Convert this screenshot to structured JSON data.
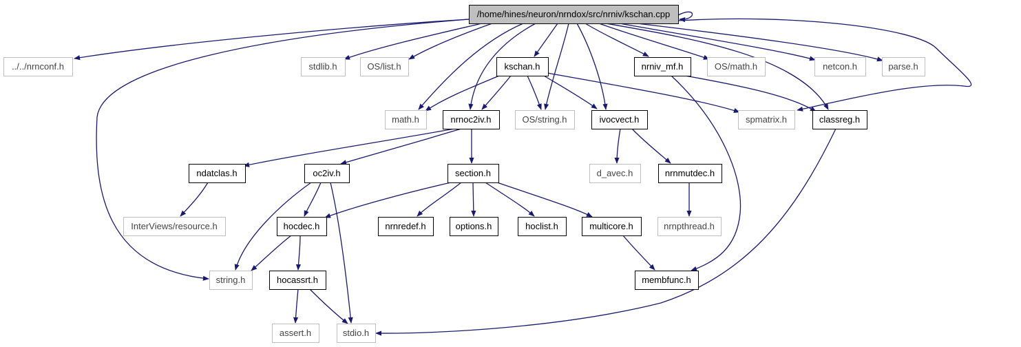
{
  "colors": {
    "edge": "#191970",
    "root_fill": "#bfbfbf",
    "doc_border": "#000000",
    "ext_border": "#bfbfbf",
    "ext_text": "#444444",
    "text": "#000000"
  },
  "nodes": [
    {
      "id": "root",
      "label": "/home/hines/neuron/nrndox/src/nrniv/kschan.cpp",
      "kind": "root"
    },
    {
      "id": "nrnconf",
      "label": "../../nrnconf.h",
      "kind": "external"
    },
    {
      "id": "stdlib",
      "label": "stdlib.h",
      "kind": "external"
    },
    {
      "id": "oslist",
      "label": "OS/list.h",
      "kind": "external"
    },
    {
      "id": "kschanh",
      "label": "kschan.h",
      "kind": "documented"
    },
    {
      "id": "nrnivmf",
      "label": "nrniv_mf.h",
      "kind": "documented"
    },
    {
      "id": "osmath",
      "label": "OS/math.h",
      "kind": "external"
    },
    {
      "id": "netcon",
      "label": "netcon.h",
      "kind": "external"
    },
    {
      "id": "parse",
      "label": "parse.h",
      "kind": "external"
    },
    {
      "id": "math",
      "label": "math.h",
      "kind": "external"
    },
    {
      "id": "nrnoc2iv",
      "label": "nrnoc2iv.h",
      "kind": "documented"
    },
    {
      "id": "osstring",
      "label": "OS/string.h",
      "kind": "external"
    },
    {
      "id": "ivocvect",
      "label": "ivocvect.h",
      "kind": "documented"
    },
    {
      "id": "spmatrix",
      "label": "spmatrix.h",
      "kind": "external"
    },
    {
      "id": "classreg",
      "label": "classreg.h",
      "kind": "documented"
    },
    {
      "id": "ndatclas",
      "label": "ndatclas.h",
      "kind": "documented"
    },
    {
      "id": "oc2iv",
      "label": "oc2iv.h",
      "kind": "documented"
    },
    {
      "id": "section",
      "label": "section.h",
      "kind": "documented"
    },
    {
      "id": "davec",
      "label": "d_avec.h",
      "kind": "external"
    },
    {
      "id": "nrnmutdec",
      "label": "nrnmutdec.h",
      "kind": "documented"
    },
    {
      "id": "ivresource",
      "label": "InterViews/resource.h",
      "kind": "external"
    },
    {
      "id": "hocdec",
      "label": "hocdec.h",
      "kind": "documented"
    },
    {
      "id": "nrnredef",
      "label": "nrnredef.h",
      "kind": "documented"
    },
    {
      "id": "options",
      "label": "options.h",
      "kind": "documented"
    },
    {
      "id": "hoclist",
      "label": "hoclist.h",
      "kind": "documented"
    },
    {
      "id": "multicore",
      "label": "multicore.h",
      "kind": "documented"
    },
    {
      "id": "nrnpthread",
      "label": "nrnpthread.h",
      "kind": "external"
    },
    {
      "id": "string",
      "label": "string.h",
      "kind": "external"
    },
    {
      "id": "hocassrt",
      "label": "hocassrt.h",
      "kind": "documented"
    },
    {
      "id": "membfunc",
      "label": "membfunc.h",
      "kind": "documented"
    },
    {
      "id": "assert",
      "label": "assert.h",
      "kind": "external"
    },
    {
      "id": "stdio",
      "label": "stdio.h",
      "kind": "external"
    }
  ],
  "edges": [
    [
      "root",
      "root"
    ],
    [
      "root",
      "nrnconf"
    ],
    [
      "root",
      "stdlib"
    ],
    [
      "root",
      "oslist"
    ],
    [
      "root",
      "kschanh"
    ],
    [
      "root",
      "nrnivmf"
    ],
    [
      "root",
      "osmath"
    ],
    [
      "root",
      "netcon"
    ],
    [
      "root",
      "parse"
    ],
    [
      "root",
      "math"
    ],
    [
      "root",
      "nrnoc2iv"
    ],
    [
      "root",
      "osstring"
    ],
    [
      "root",
      "ivocvect"
    ],
    [
      "root",
      "spmatrix"
    ],
    [
      "root",
      "classreg"
    ],
    [
      "root",
      "string"
    ],
    [
      "kschanh",
      "math"
    ],
    [
      "kschanh",
      "nrnoc2iv"
    ],
    [
      "kschanh",
      "osstring"
    ],
    [
      "kschanh",
      "ivocvect"
    ],
    [
      "kschanh",
      "spmatrix"
    ],
    [
      "nrnivmf",
      "classreg"
    ],
    [
      "nrnivmf",
      "membfunc"
    ],
    [
      "nrnoc2iv",
      "ndatclas"
    ],
    [
      "nrnoc2iv",
      "oc2iv"
    ],
    [
      "nrnoc2iv",
      "section"
    ],
    [
      "ivocvect",
      "davec"
    ],
    [
      "ivocvect",
      "nrnmutdec"
    ],
    [
      "classreg",
      "stdio"
    ],
    [
      "ndatclas",
      "ivresource"
    ],
    [
      "oc2iv",
      "hocdec"
    ],
    [
      "oc2iv",
      "string"
    ],
    [
      "oc2iv",
      "stdio"
    ],
    [
      "section",
      "hocdec"
    ],
    [
      "section",
      "nrnredef"
    ],
    [
      "section",
      "options"
    ],
    [
      "section",
      "hoclist"
    ],
    [
      "section",
      "multicore"
    ],
    [
      "nrnmutdec",
      "nrnpthread"
    ],
    [
      "hocdec",
      "string"
    ],
    [
      "hocdec",
      "hocassrt"
    ],
    [
      "multicore",
      "membfunc"
    ],
    [
      "hocassrt",
      "assert"
    ],
    [
      "hocassrt",
      "stdio"
    ]
  ]
}
